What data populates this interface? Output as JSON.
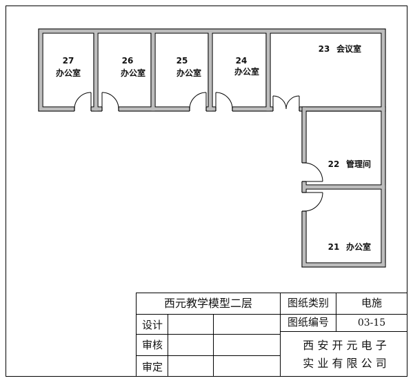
{
  "rooms": [
    {
      "id": "r27",
      "number": "27",
      "name": "办公室"
    },
    {
      "id": "r26",
      "number": "26",
      "name": "办公室"
    },
    {
      "id": "r25",
      "number": "25",
      "name": "办公室"
    },
    {
      "id": "r24",
      "number": "24",
      "name": "办公室"
    },
    {
      "id": "r23",
      "number": "23",
      "name": "会议室"
    },
    {
      "id": "r22",
      "number": "22",
      "name": "管理间"
    },
    {
      "id": "r21",
      "number": "21",
      "name": "办公室"
    }
  ],
  "title_block": {
    "drawing_title": "西元教学模型二层",
    "drawing_type_label": "图纸类别",
    "drawing_type_value": "电施",
    "drawing_number_label": "图纸编号",
    "drawing_number_value": "03-15",
    "design_label": "设计",
    "review_label": "审核",
    "approve_label": "审定",
    "company_line1": "西 安 开 元 电 子",
    "company_line2": "实 业 有 限 公 司"
  }
}
